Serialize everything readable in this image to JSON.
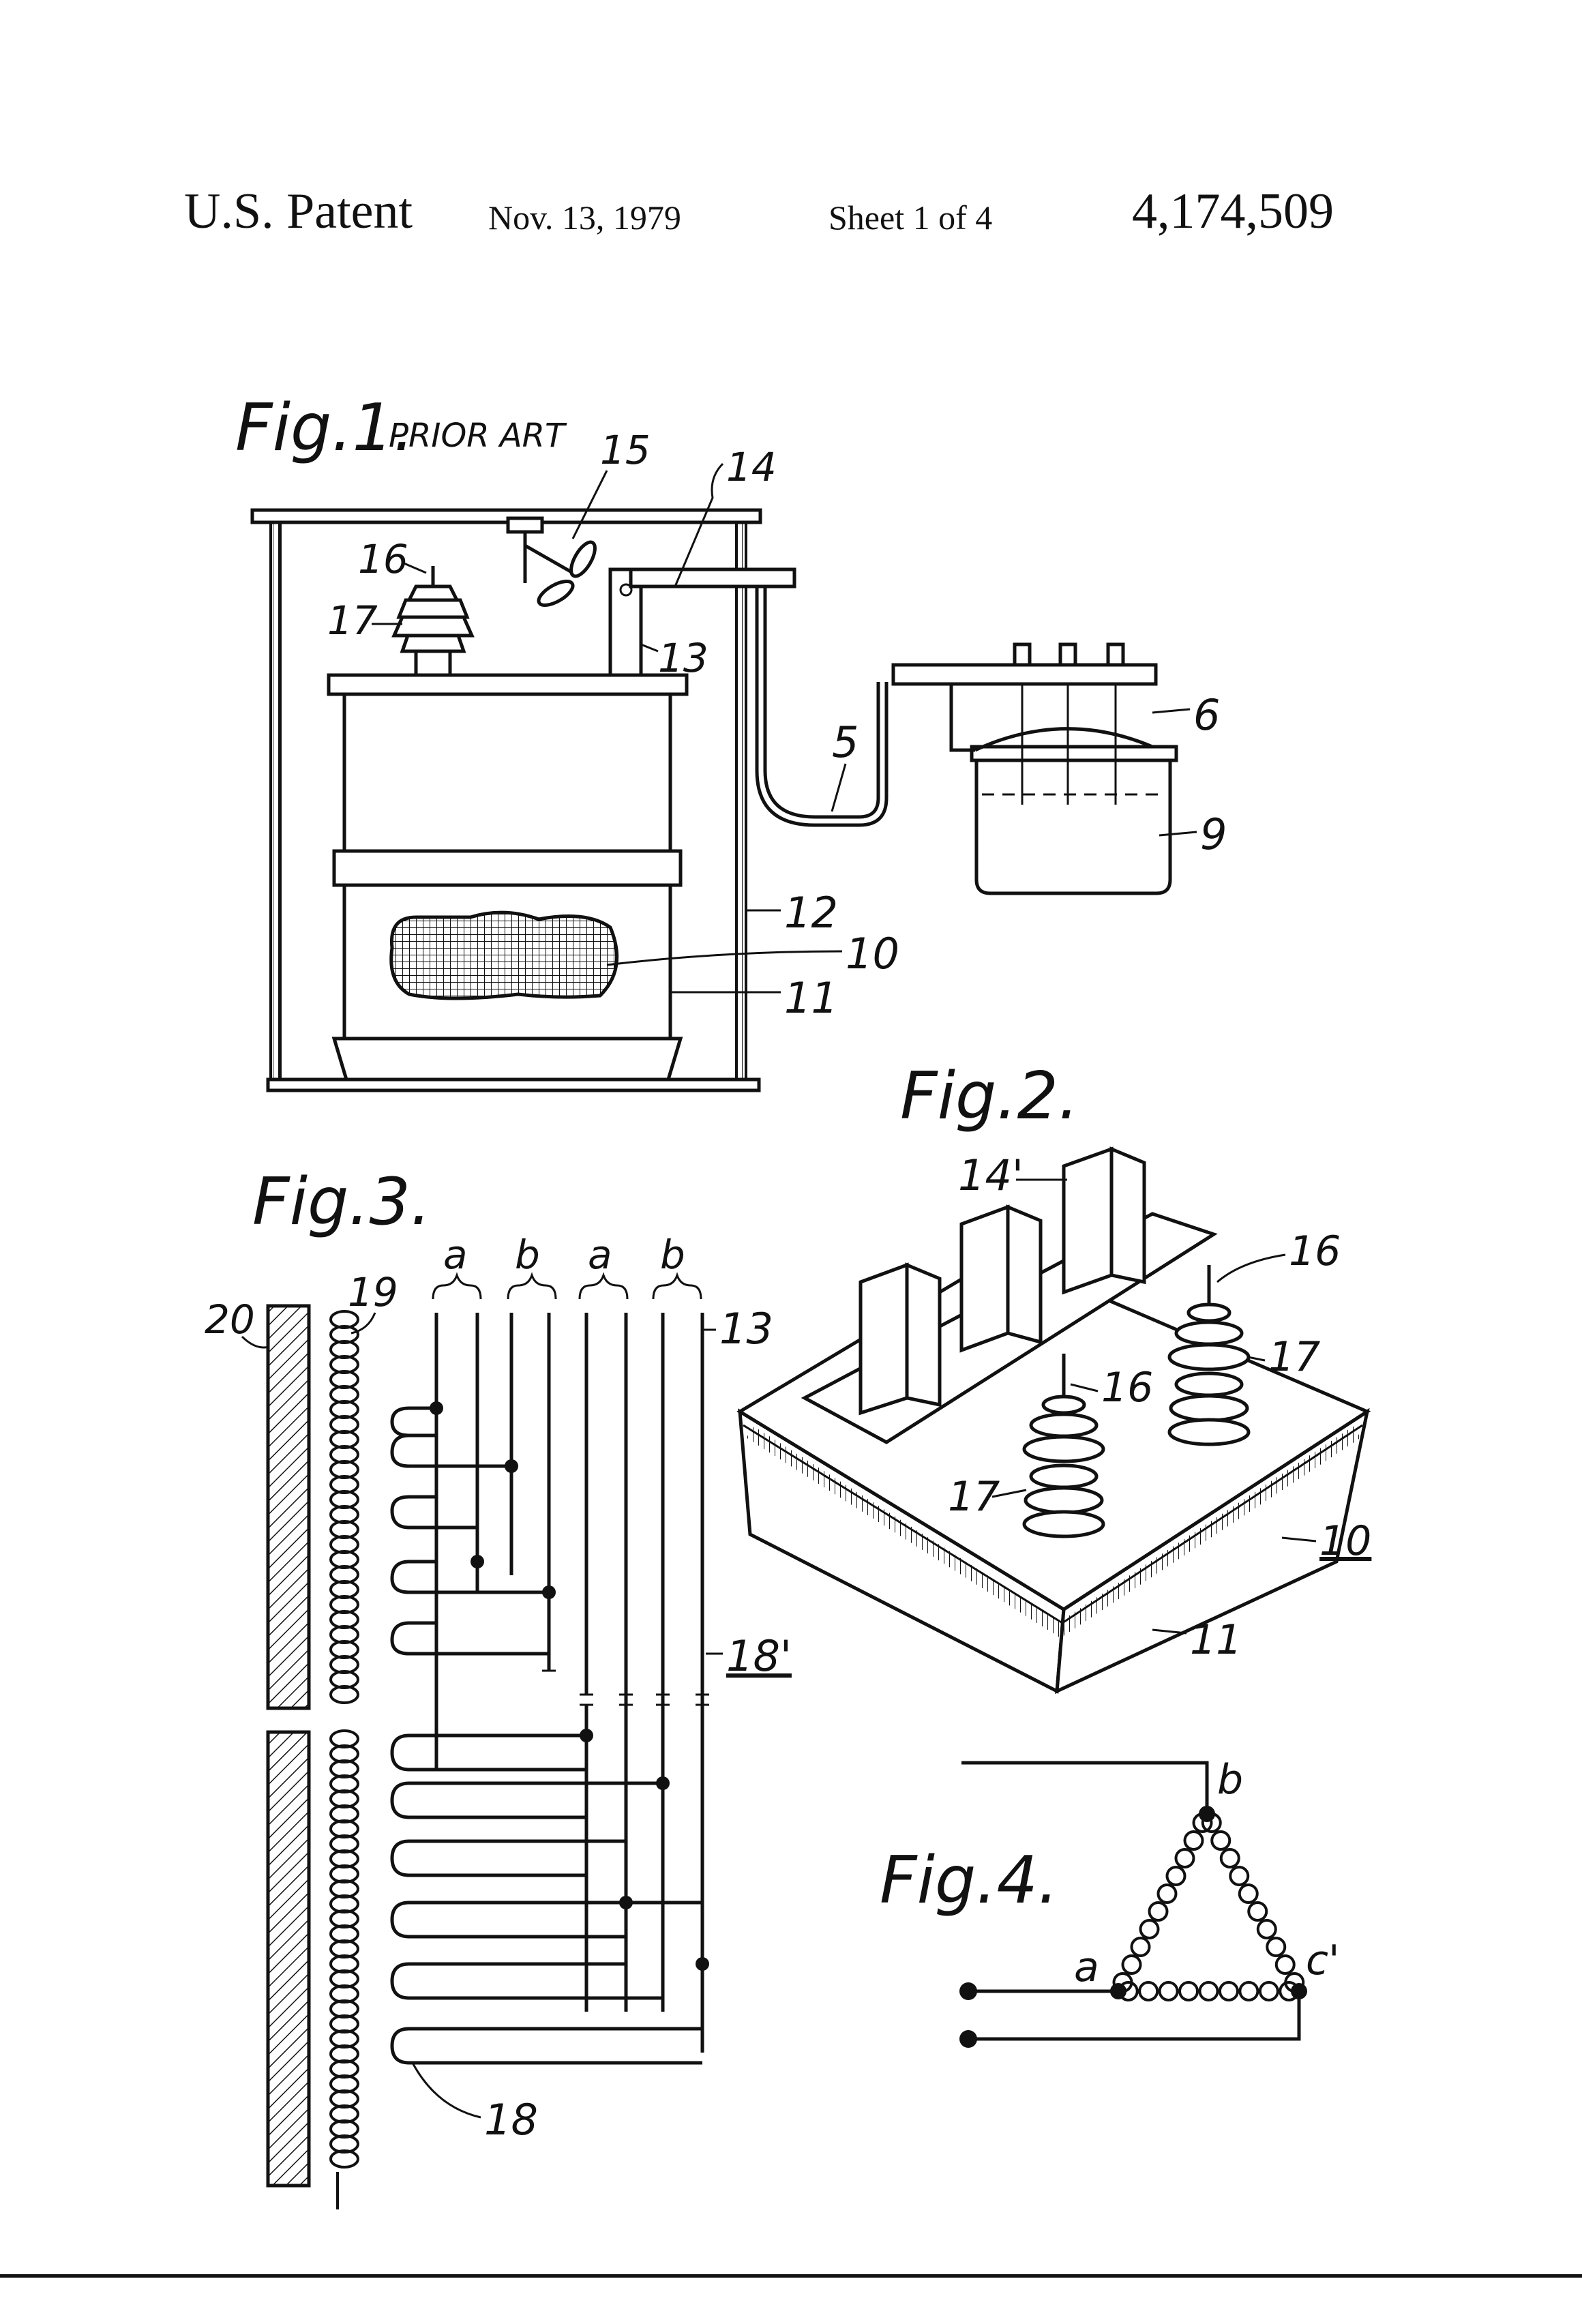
{
  "header": {
    "title": "U.S. Patent",
    "date": "Nov. 13, 1979",
    "sheet": "Sheet 1 of 4",
    "patent_number": "4,174,509"
  },
  "fig1": {
    "caption": "Fig.1.",
    "note": "PRIOR ART",
    "refs": {
      "r15": "15",
      "r14": "14",
      "r16": "16",
      "r17": "17",
      "r13": "13",
      "r6": "6",
      "r5": "5",
      "r9": "9",
      "r12": "12",
      "r10": "10",
      "r11": "11"
    }
  },
  "fig2": {
    "caption": "Fig.2.",
    "refs": {
      "r14p": "14'",
      "r16a": "16",
      "r16b": "16",
      "r17a": "17",
      "r17b": "17",
      "r10": "10",
      "r11": "11"
    }
  },
  "fig3": {
    "caption": "Fig.3.",
    "refs": {
      "r20": "20",
      "r19": "19",
      "r13": "13",
      "r18p": "18'",
      "r18": "18"
    },
    "phase_labels": [
      "a",
      "b",
      "a",
      "b"
    ]
  },
  "fig4": {
    "caption": "Fig.4.",
    "nodes": {
      "a": "a",
      "b": "b",
      "c": "c'"
    }
  }
}
